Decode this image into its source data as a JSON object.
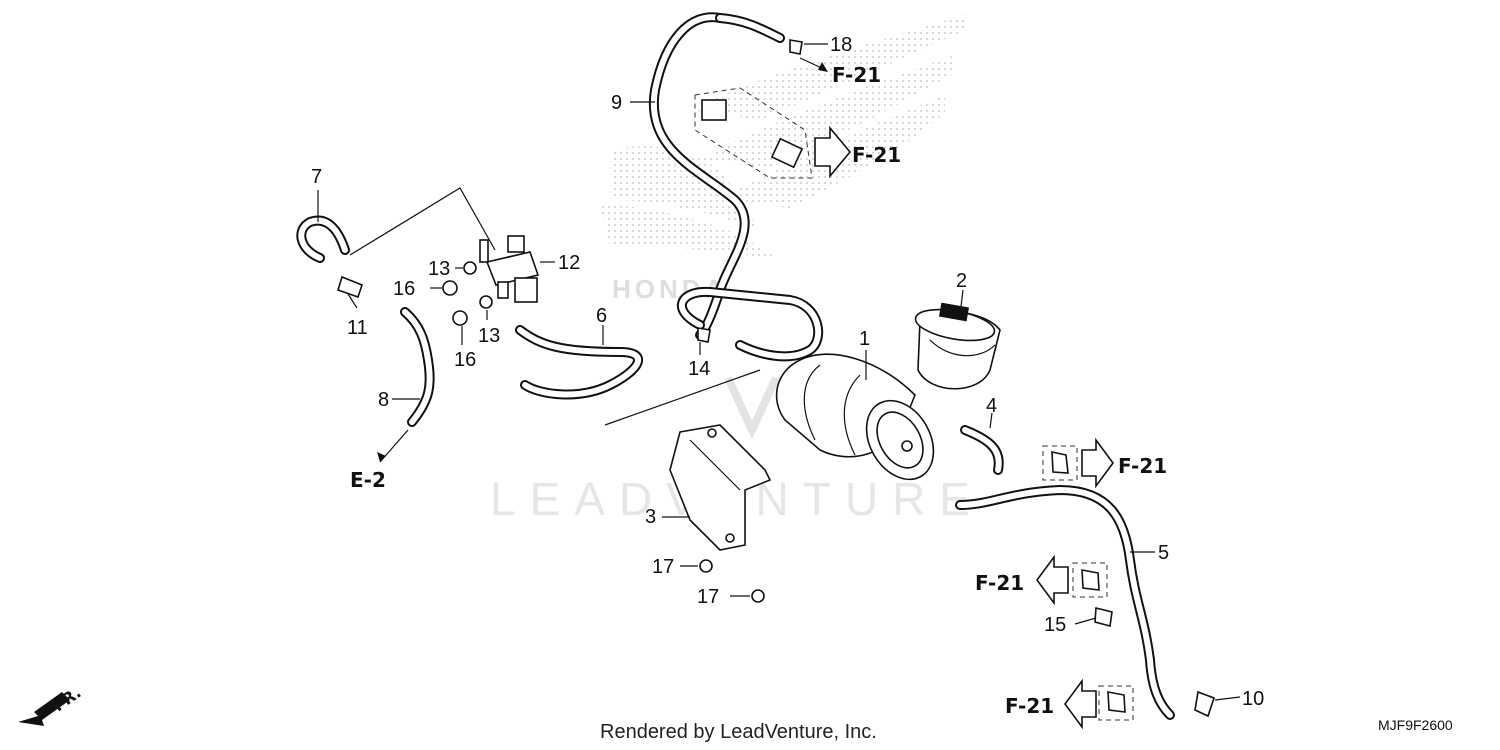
{
  "diagram": {
    "callouts": [
      {
        "id": "c1",
        "text": "1"
      },
      {
        "id": "c2",
        "text": "2"
      },
      {
        "id": "c3",
        "text": "3"
      },
      {
        "id": "c4",
        "text": "4"
      },
      {
        "id": "c5",
        "text": "5"
      },
      {
        "id": "c6",
        "text": "6"
      },
      {
        "id": "c7",
        "text": "7"
      },
      {
        "id": "c8",
        "text": "8"
      },
      {
        "id": "c9",
        "text": "9"
      },
      {
        "id": "c10",
        "text": "10"
      },
      {
        "id": "c11",
        "text": "11"
      },
      {
        "id": "c12",
        "text": "12"
      },
      {
        "id": "c13a",
        "text": "13"
      },
      {
        "id": "c13b",
        "text": "13"
      },
      {
        "id": "c14",
        "text": "14"
      },
      {
        "id": "c15",
        "text": "15"
      },
      {
        "id": "c16a",
        "text": "16"
      },
      {
        "id": "c16b",
        "text": "16"
      },
      {
        "id": "c17a",
        "text": "17"
      },
      {
        "id": "c17b",
        "text": "17"
      },
      {
        "id": "c18",
        "text": "18"
      }
    ],
    "references": [
      {
        "id": "r1",
        "text": "F-21"
      },
      {
        "id": "r2",
        "text": "F-21"
      },
      {
        "id": "r3",
        "text": "F-21"
      },
      {
        "id": "r4",
        "text": "F-21"
      },
      {
        "id": "r5",
        "text": "F-21"
      },
      {
        "id": "r6",
        "text": "E-2"
      }
    ],
    "watermark": "LEADVENTURE",
    "brand_watermark": "HONDA",
    "front_marker": "FR.",
    "footer": "Rendered by LeadVenture, Inc.",
    "diagram_code": "MJF9F2600"
  }
}
